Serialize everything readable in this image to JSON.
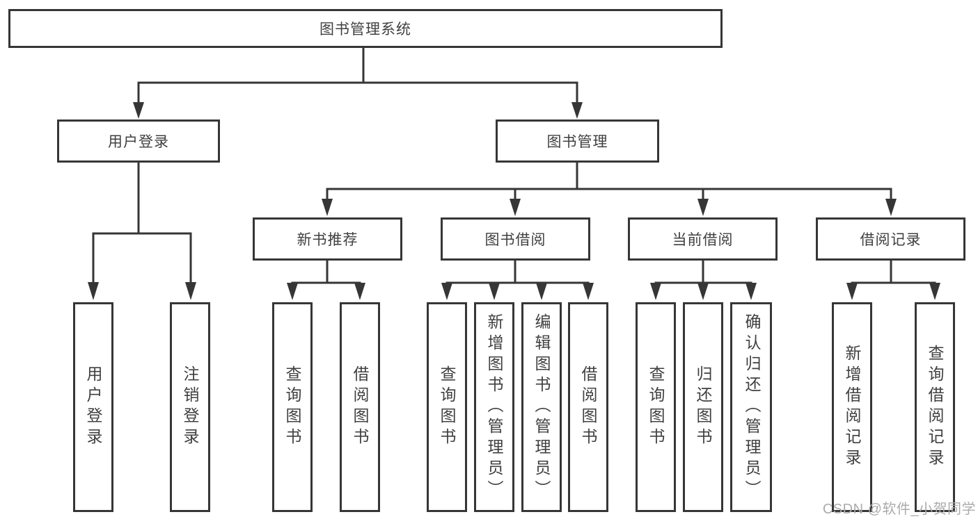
{
  "diagram": {
    "root": "图书管理系统",
    "watermark": "CSDN @软件_小贺同学",
    "colors": {
      "line": "#363636",
      "text": "#404040",
      "watermark": "#ababab",
      "background": "#ffffff"
    },
    "branches": [
      {
        "label": "用户登录",
        "children": [
          {
            "label": "用户登录"
          },
          {
            "label": "注销登录"
          }
        ]
      },
      {
        "label": "图书管理",
        "children": [
          {
            "label": "新书推荐",
            "children": [
              {
                "label": "查询图书"
              },
              {
                "label": "借阅图书"
              }
            ]
          },
          {
            "label": "图书借阅",
            "children": [
              {
                "label": "查询图书"
              },
              {
                "label": "新增图书（管理员）"
              },
              {
                "label": "编辑图书（管理员）"
              },
              {
                "label": "借阅图书"
              }
            ]
          },
          {
            "label": "当前借阅",
            "children": [
              {
                "label": "查询图书"
              },
              {
                "label": "归还图书"
              },
              {
                "label": "确认归还（管理员）"
              }
            ]
          },
          {
            "label": "借阅记录",
            "children": [
              {
                "label": "新增借阅记录"
              },
              {
                "label": "查询借阅记录"
              }
            ]
          }
        ]
      }
    ]
  }
}
